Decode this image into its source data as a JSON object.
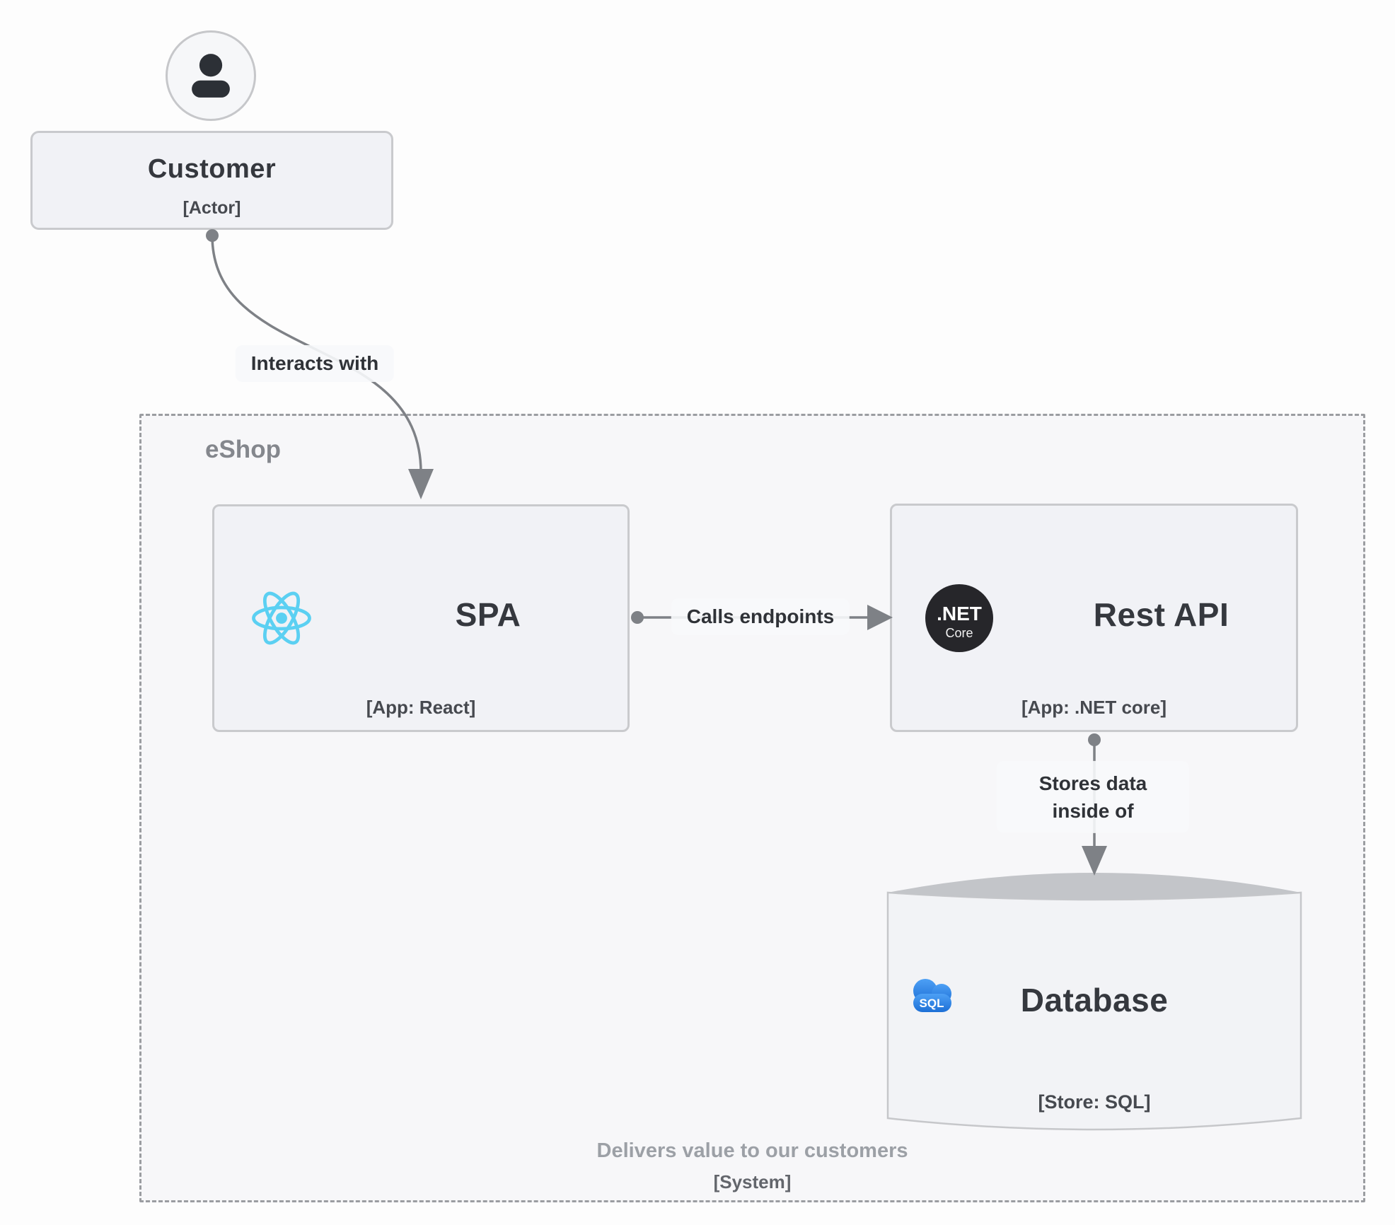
{
  "actor": {
    "title": "Customer",
    "subtitle": "[Actor]"
  },
  "boundary": {
    "label": "eShop",
    "footer_title": "Delivers value to our customers",
    "footer_subtitle": "[System]"
  },
  "nodes": {
    "spa": {
      "title": "SPA",
      "subtitle": "[App: React]"
    },
    "rest_api": {
      "title": "Rest API",
      "subtitle": "[App: .NET core]"
    },
    "database": {
      "title": "Database",
      "subtitle": "[Store: SQL]"
    }
  },
  "edges": {
    "interacts": "Interacts with",
    "calls": "Calls endpoints",
    "stores": "Stores data inside of"
  },
  "icons": {
    "dotnet_line1": ".NET",
    "dotnet_line2": "Core",
    "sql_label": "SQL"
  },
  "colors": {
    "react_blue": "#5bd0f2",
    "dotnet_dark": "#26262a",
    "sql_blue_top": "#4da0f5",
    "sql_blue_bottom": "#1d6fd6",
    "edge_gray": "#7e8186",
    "node_fill": "#f1f2f6",
    "node_border": "#c9cacd",
    "boundary_fill": "#f7f7f9",
    "boundary_border": "#9b9da1",
    "cylinder_top": "#c3c5c9"
  }
}
